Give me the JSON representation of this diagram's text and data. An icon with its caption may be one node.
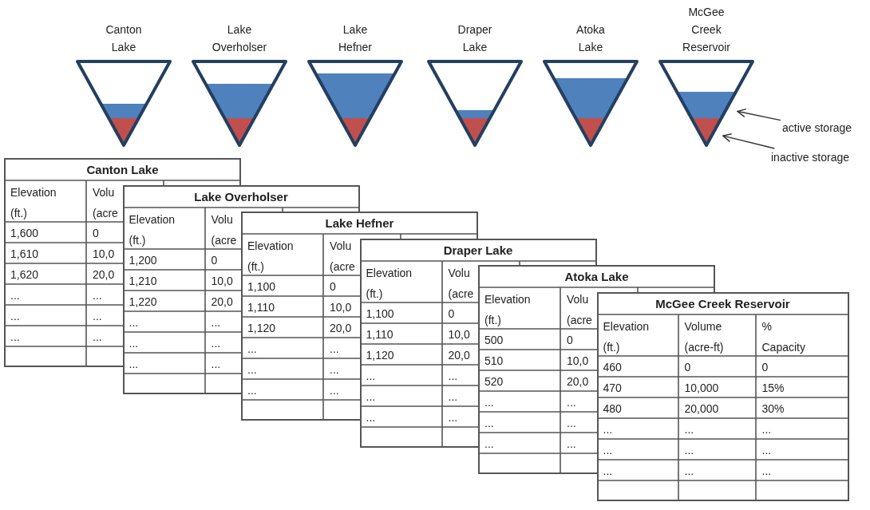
{
  "diagram": {
    "nodes": [
      {
        "text": [
          "Canton Lake"
        ]
      },
      {
        "text": [
          "Lake Overholser"
        ]
      },
      {
        "text": [
          "Lake Hefner"
        ]
      },
      {
        "text": [
          "Draper Lake"
        ]
      },
      {
        "text": [
          "Atoka Lake"
        ]
      },
      {
        "text": [
          "McGee Creek Reservoir"
        ]
      },
      {
        "text": [],
        "shape": "trapezoid",
        "in": 5
      },
      {
        "text": [],
        "shape": "triangle",
        "in": 5
      },
      {
        "text": [
          "active storage"
        ]
      },
      {
        "text": [
          "inactive storage"
        ]
      }
    ],
    "edges": [
      {
        "from": 8,
        "to": 6,
        "arrow": "to"
      },
      {
        "from": 9,
        "to": 7,
        "arrow": "to"
      }
    ],
    "labels": [
      "Canton Lake",
      "Elevation (ft.)",
      "Volu (acre",
      "1,600",
      "0",
      "1,610",
      "10,0",
      "1,620",
      "20,0",
      "...",
      "...",
      "...",
      "...",
      "...",
      "...",
      "Lake Overholser",
      "Elevation (ft.)",
      "Volu (acre",
      "1,200",
      "0",
      "1,210",
      "10,0",
      "1,220",
      "20,0",
      "...",
      "...",
      "...",
      "...",
      "...",
      "...",
      "Lake Hefner",
      "Elevation (ft.)",
      "Volu (acre",
      "1,100",
      "0",
      "1,110",
      "10,0",
      "1,120",
      "20,0",
      "...",
      "...",
      "...",
      "...",
      "...",
      "...",
      "Draper Lake",
      "Elevation (ft.)",
      "Volu (acre",
      "1,100",
      "0",
      "1,110",
      "10,0",
      "1,120",
      "20,0",
      "...",
      "...",
      "...",
      "...",
      "...",
      "...",
      "Atoka Lake",
      "Elevation (ft.)",
      "Volu (acre",
      "500",
      "0",
      "510",
      "10,0",
      "520",
      "20,0",
      "...",
      "...",
      "...",
      "...",
      "...",
      "...",
      "McGee Creek Reservoir",
      "Elevation (ft.)",
      "Volume (acre-ft)",
      "% Capacity",
      "460",
      "0",
      "0",
      "470",
      "10,000",
      "15%",
      "480",
      "20,000",
      "30%",
      "...",
      "...",
      "...",
      "...",
      "...",
      "...",
      "...",
      "...",
      "..."
    ]
  }
}
